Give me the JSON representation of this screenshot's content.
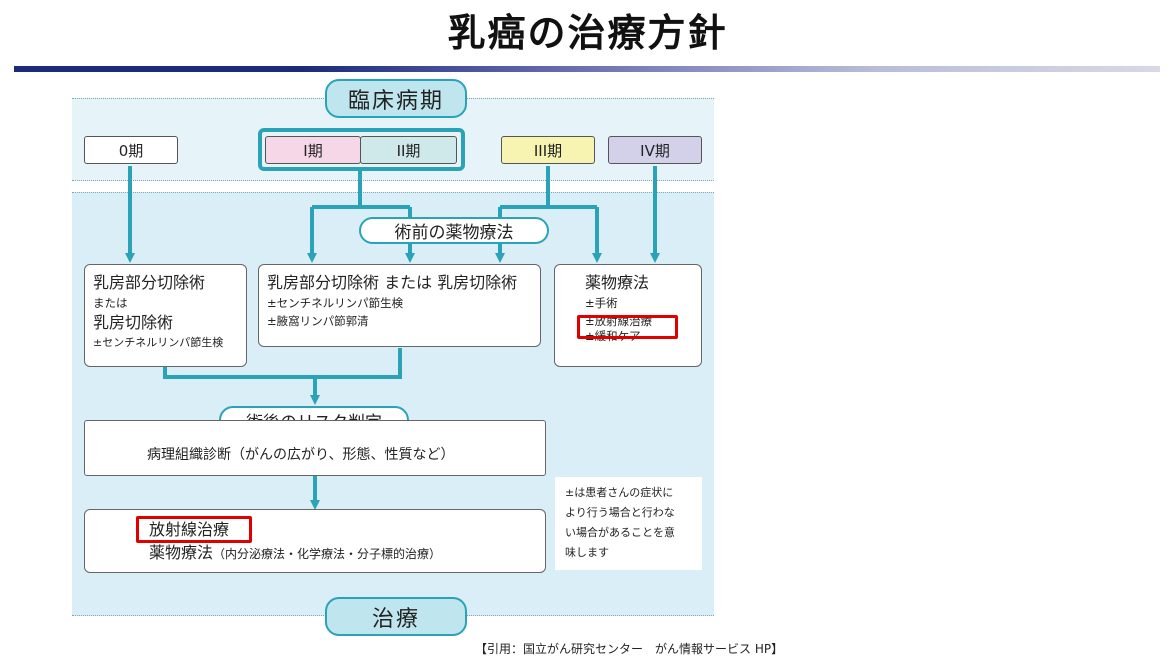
{
  "title": "乳癌の治療方針",
  "header": {
    "clinical_stage": "臨床病期",
    "treatment": "治療"
  },
  "stages": {
    "stage0": "0期",
    "stage1": "I期",
    "stage2": "II期",
    "stage3": "III期",
    "stage4": "IV期"
  },
  "stage_colors": {
    "stage0": "#ffffff",
    "stage1": "#f5d7e8",
    "stage2": "#cfe9ea",
    "stage3": "#f7f3b0",
    "stage4": "#d3d0ea",
    "connector": "#2aa3b8",
    "highlight": "#e00000"
  },
  "preop": "術前の薬物療法",
  "box_left": {
    "line1": "乳房部分切除術",
    "line2": "または",
    "line3": "乳房切除術",
    "line4": "±センチネルリンパ節生検"
  },
  "box_mid": {
    "line1": "乳房部分切除術 または 乳房切除術",
    "line2": "±センチネルリンパ節生検",
    "line3": "±腋窩リンパ節郭清"
  },
  "box_right": {
    "line1": "薬物療法",
    "line2": "±手術",
    "line3": "±放射線治療",
    "line4": "±緩和ケア"
  },
  "postop": "術後のリスク判定",
  "pathology": "病理組織診断（がんの広がり、形態、性質など）",
  "final": {
    "line1": "放射線治療",
    "line2": "薬物療法",
    "line2_detail": "（内分泌療法・化学療法・分子標的治療）"
  },
  "note": [
    "±は患者さんの症状に",
    "より行う場合と行わな",
    "い場合があることを意",
    "味します"
  ],
  "citation": "【引用：国立がん研究センター　がん情報サービス HP】"
}
